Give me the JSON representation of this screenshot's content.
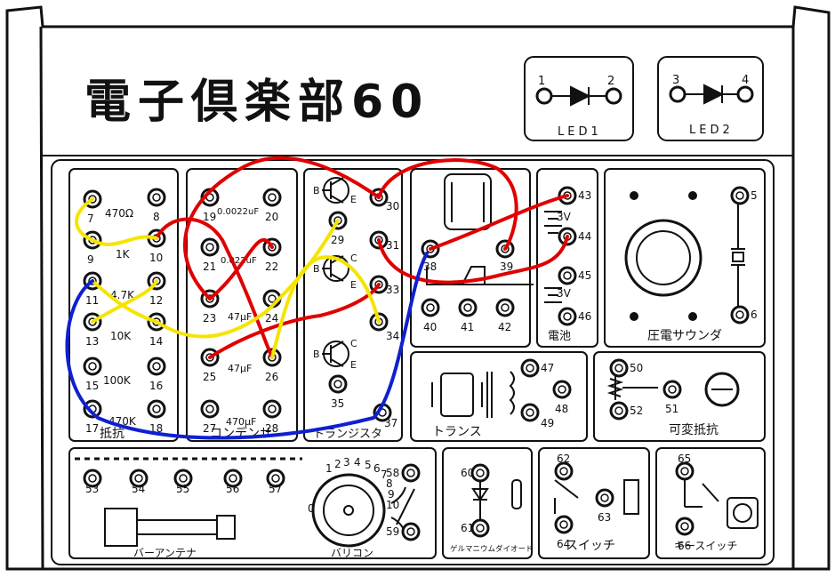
{
  "title": "電子倶楽部60",
  "led_panels": [
    {
      "label": "LED1",
      "terminals": [
        "1",
        "2"
      ]
    },
    {
      "label": "LED2",
      "terminals": [
        "3",
        "4"
      ]
    }
  ],
  "sections": {
    "resistor": "抵抗",
    "capacitor": "コンデンサ",
    "transistor": "トランジスタ",
    "battery": "電池",
    "piezo": "圧電サウンダ",
    "transformer": "トランス",
    "variable_resistor": "可変抵抗",
    "bar_antenna": "バーアンテナ",
    "varicon": "バリコン",
    "diode": "ゲルマニウムダイオード",
    "switch": "スイッチ",
    "key_switch": "キースイッチ"
  },
  "resistor_values": [
    "470Ω",
    "1K",
    "4.7K",
    "10K",
    "100K",
    "470K"
  ],
  "capacitor_values": [
    "0.0022uF",
    "0.022uF",
    "47μF",
    "47μF",
    "470μF"
  ],
  "battery_values": [
    "3V",
    "3V"
  ],
  "transistor_pins": {
    "b": "B",
    "c": "C",
    "e": "E"
  },
  "varicon_dial": [
    "1",
    "2",
    "3",
    "4",
    "5",
    "6",
    "7",
    "8",
    "9",
    "10",
    "0"
  ],
  "terminals": {
    "t5": "5",
    "t6": "6",
    "t7": "7",
    "t8": "8",
    "t9": "9",
    "t10": "10",
    "t11": "11",
    "t12": "12",
    "t13": "13",
    "t14": "14",
    "t15": "15",
    "t16": "16",
    "t17": "17",
    "t18": "18",
    "t19": "19",
    "t20": "20",
    "t21": "21",
    "t22": "22",
    "t23": "23",
    "t24": "24",
    "t25": "25",
    "t26": "26",
    "t27": "27",
    "t28": "28",
    "t29": "29",
    "t30": "30",
    "t31": "31",
    "t33": "33",
    "t34": "34",
    "t35": "35",
    "t37": "37",
    "t38": "38",
    "t39": "39",
    "t40": "40",
    "t41": "41",
    "t42": "42",
    "t43": "43",
    "t44": "44",
    "t45": "45",
    "t46": "46",
    "t47": "47",
    "t48": "48",
    "t49": "49",
    "t50": "50",
    "t51": "51",
    "t52": "52",
    "t53": "53",
    "t54": "54",
    "t55": "55",
    "t56": "56",
    "t57": "57",
    "t58": "58",
    "t59": "59",
    "t60": "60",
    "t61": "61",
    "t62": "62",
    "t63": "63",
    "t64": "64",
    "t65": "65",
    "t66": "66"
  },
  "wire_colors": {
    "red": "#e00000",
    "yellow": "#f5e400",
    "blue": "#1020d0"
  }
}
